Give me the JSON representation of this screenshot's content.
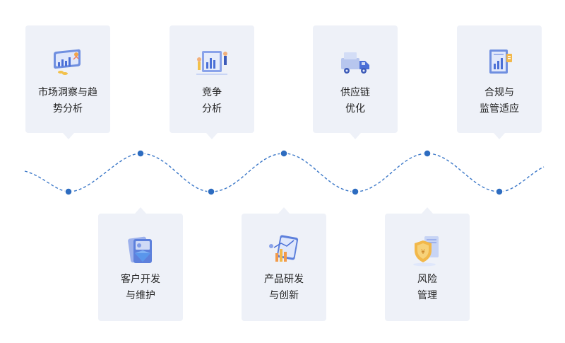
{
  "top_items": [
    {
      "line1": "市场洞察与趋",
      "line2": "势分析",
      "icon": "market-insight-icon"
    },
    {
      "line1": "竞争",
      "line2": "分析",
      "icon": "competition-analysis-icon"
    },
    {
      "line1": "供应链",
      "line2": "优化",
      "icon": "supply-chain-icon"
    },
    {
      "line1": "合规与",
      "line2": "监管适应",
      "icon": "compliance-icon"
    }
  ],
  "bottom_items": [
    {
      "line1": "客户开发",
      "line2": "与维护",
      "icon": "customer-development-icon"
    },
    {
      "line1": "产品研发",
      "line2": "与创新",
      "icon": "product-innovation-icon"
    },
    {
      "line1": "风险",
      "line2": "管理",
      "icon": "risk-management-icon"
    }
  ],
  "colors": {
    "card": "#eef1f8",
    "line": "#3c78c8",
    "dot": "#2d6cc0",
    "text": "#222222"
  }
}
